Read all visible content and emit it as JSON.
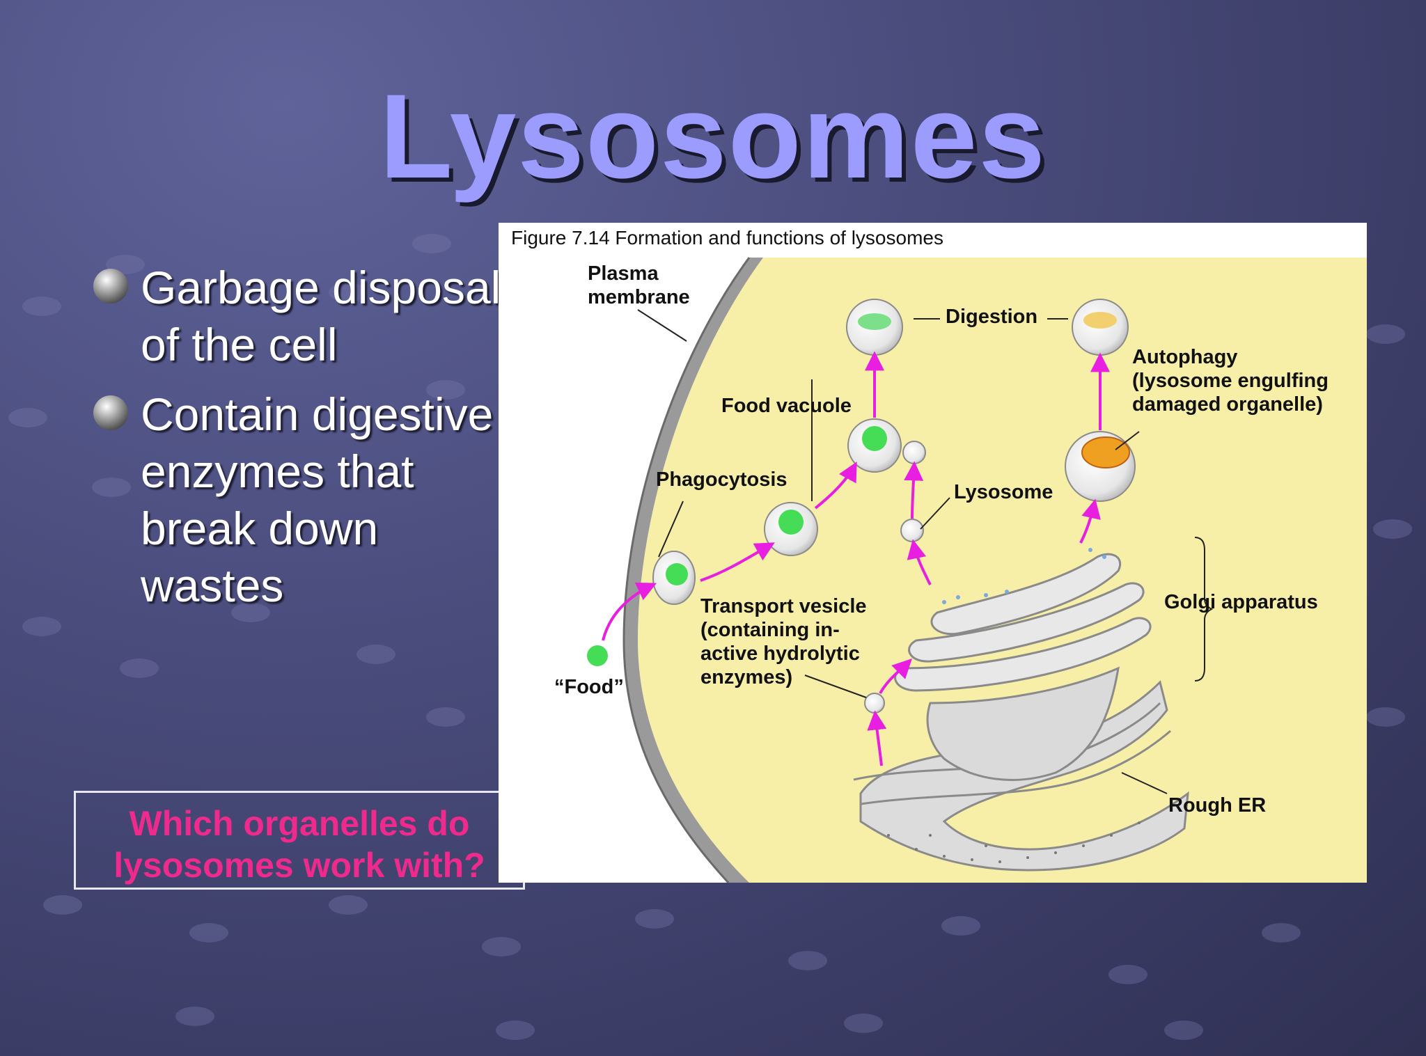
{
  "slide": {
    "title": "Lysosomes",
    "bullets": [
      "Garbage disposal of the cell",
      "Contain digestive enzymes that break down wastes"
    ],
    "question": "Which organelles do lysosomes work with?"
  },
  "figure": {
    "caption": "Figure 7.14  Formation and functions of lysosomes",
    "labels": {
      "plasma_membrane": "Plasma\nmembrane",
      "digestion": "Digestion",
      "autophagy": "Autophagy\n(lysosome engulfing\ndamaged organelle)",
      "food_vacuole": "Food vacuole",
      "phagocytosis": "Phagocytosis",
      "lysosome": "Lysosome",
      "golgi": "Golgi apparatus",
      "transport_vesicle": "Transport vesicle\n(containing in-\nactive hydrolytic\nenzymes)",
      "food": "“Food”",
      "rough_er": "Rough ER"
    }
  },
  "colors": {
    "title": "#9c9cff",
    "question": "#ee2a8c",
    "cytoplasm": "#f7efa8",
    "arrow": "#e81ee0",
    "food": "#44dd55"
  }
}
